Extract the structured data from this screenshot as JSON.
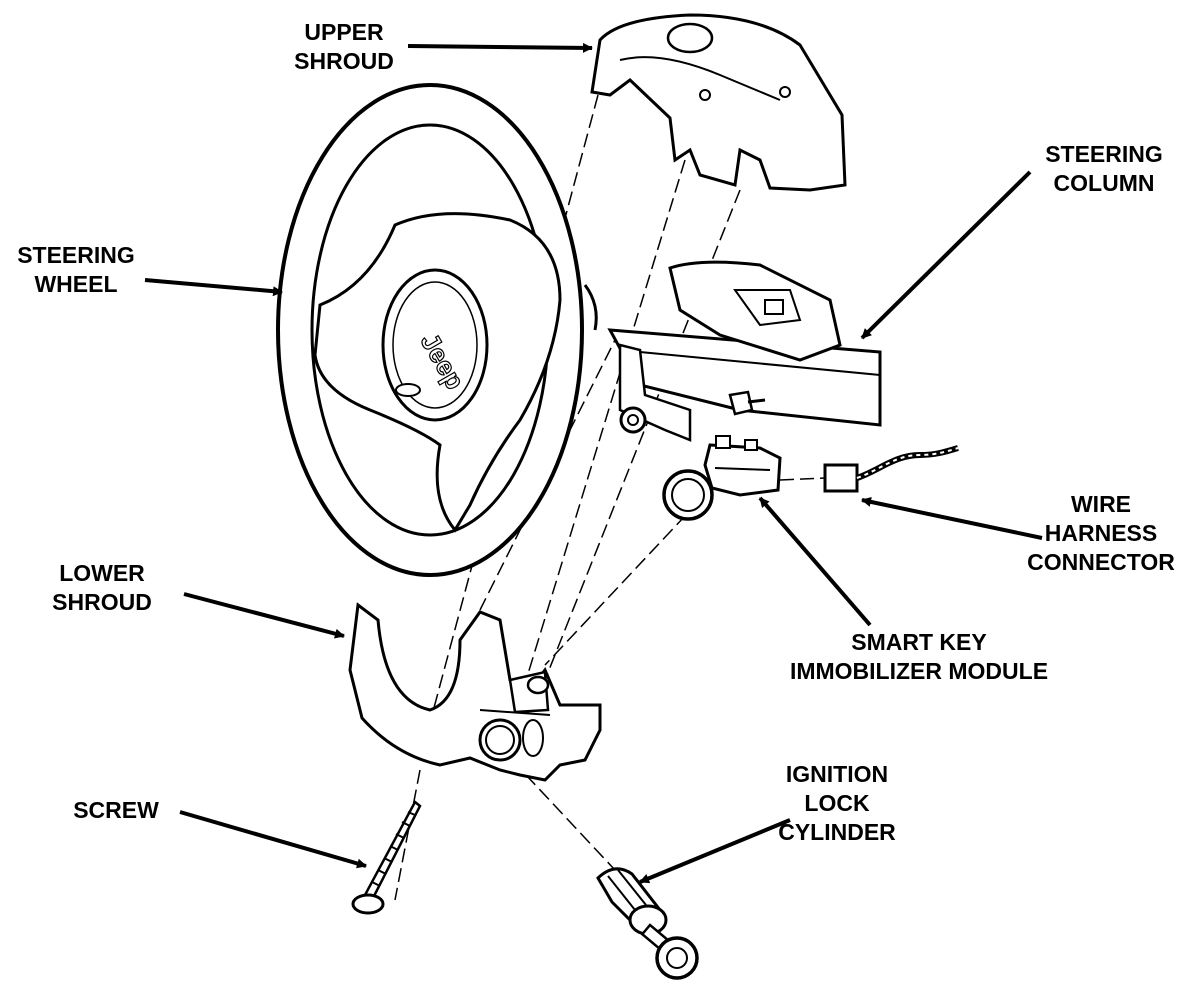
{
  "labels": {
    "upper_shroud": [
      "UPPER",
      "SHROUD"
    ],
    "steering_column": [
      "STEERING",
      "COLUMN"
    ],
    "steering_wheel": [
      "STEERING",
      "WHEEL"
    ],
    "wire_harness_connector": [
      "WIRE",
      "HARNESS",
      "CONNECTOR"
    ],
    "lower_shroud": [
      "LOWER",
      "SHROUD"
    ],
    "smart_key_immobilizer_module": [
      "SMART KEY",
      "IMMOBILIZER MODULE"
    ],
    "ignition_lock_cylinder": [
      "IGNITION",
      "LOCK",
      "CYLINDER"
    ],
    "screw": [
      "SCREW"
    ]
  },
  "badge": "Jeep",
  "colors": {
    "ink": "#000000",
    "paper": "#ffffff"
  }
}
